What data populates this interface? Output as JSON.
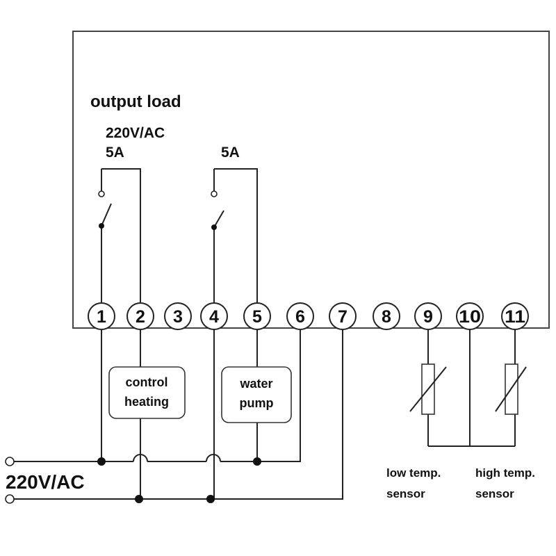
{
  "labels": {
    "output_load": "output load",
    "rating_1": "220V/AC",
    "current_1": "5A",
    "current_2": "5A",
    "supply": "220V/AC"
  },
  "terminals": [
    "1",
    "2",
    "3",
    "4",
    "5",
    "6",
    "7",
    "8",
    "9",
    "10",
    "11"
  ],
  "loads": {
    "heating_line1": "control",
    "heating_line2": "heating",
    "pump_line1": "water",
    "pump_line2": "pump"
  },
  "sensors": {
    "low_line1": "low temp.",
    "low_line2": "sensor",
    "high_line1": "high temp.",
    "high_line2": "sensor"
  },
  "colors": {
    "line": "#222222",
    "background": "#ffffff"
  }
}
